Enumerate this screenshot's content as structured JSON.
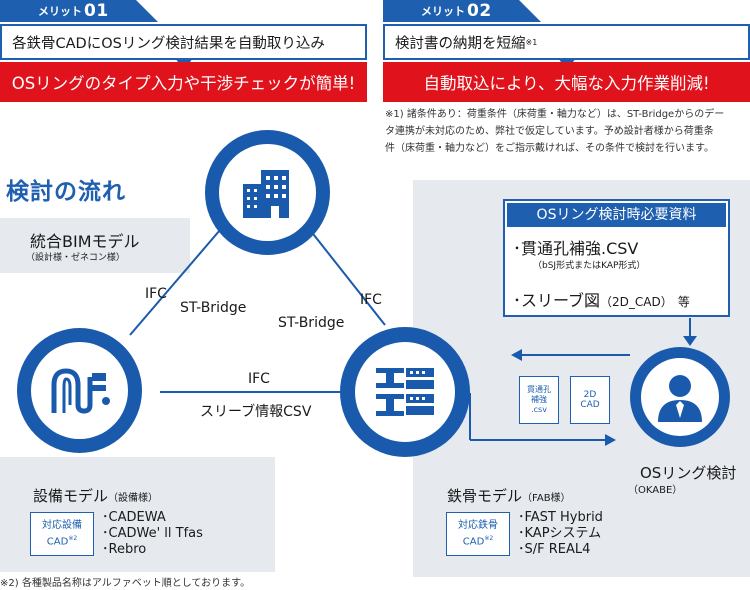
{
  "merit1": {
    "label": "メリット",
    "num": "01",
    "box_text": "各鉄骨CADにOSリング検討結果を自動取り込み",
    "red_text": "OSリングのタイプ入力や干渉チェックが簡単!"
  },
  "merit2": {
    "label": "メリット",
    "num": "02",
    "box_text": "検討書の納期を短縮",
    "box_sup": "※1",
    "red_text": "自動取込により、大幅な入力作業削減!",
    "note_lines": [
      "※1) 諸条件あり：荷重条件（床荷重・軸力など）は、ST-Bridgeからのデー",
      "タ連携が未対応のため、弊社で仮定しています。予め設計者様から荷重条",
      "件（床荷重・軸力など）をご指示戴ければ、その条件で検討を行います。"
    ]
  },
  "flow_title": "検討の流れ",
  "bim": {
    "title": "統合BIMモデル",
    "sub": "（設計様・ゼネコン様）"
  },
  "equipment": {
    "title": "設備モデル",
    "sub": "（設備様）",
    "badge_line1": "対応設備",
    "badge_line2": "CAD",
    "badge_sup": "※2",
    "products": [
      "･CADEWA",
      "･CADWe' ll Tfas",
      "･Rebro"
    ]
  },
  "steel": {
    "title": "鉄骨モデル",
    "sub": "（FAB様）",
    "badge_line1": "対応鉄骨",
    "badge_line2": "CAD",
    "badge_sup": "※2",
    "products": [
      "･FAST Hybrid",
      "･KAPシステム",
      "･S/F REAL4"
    ]
  },
  "required_docs": {
    "header": "OSリング検討時必要資料",
    "item1": "･貫通孔補強.CSV",
    "item1_sub": "（bSJ形式またはKAP形式）",
    "item2": "･スリーブ図",
    "item2_paren": "（2D_CAD）",
    "item2_suffix": "等"
  },
  "links": {
    "left_ifc": "IFC",
    "left_stb": "ST-Bridge",
    "right_ifc": "IFC",
    "right_stb": "ST-Bridge",
    "bottom_ifc": "IFC",
    "bottom_csv": "スリーブ情報CSV"
  },
  "doc_icons": {
    "csv_lines": [
      "貫通孔",
      "補強",
      ".csv"
    ],
    "cad_lines": [
      "2D",
      "CAD"
    ]
  },
  "os_check": {
    "title": "OSリング検討",
    "sub": "（OKABE）"
  },
  "footnote": "※2) 各種製品名称はアルファベット順としております。",
  "colors": {
    "brand_blue": "#1f5fb0",
    "circle_blue": "#1a5aad",
    "accent_red": "#e0121b",
    "panel_grey": "#e6e9ee"
  }
}
